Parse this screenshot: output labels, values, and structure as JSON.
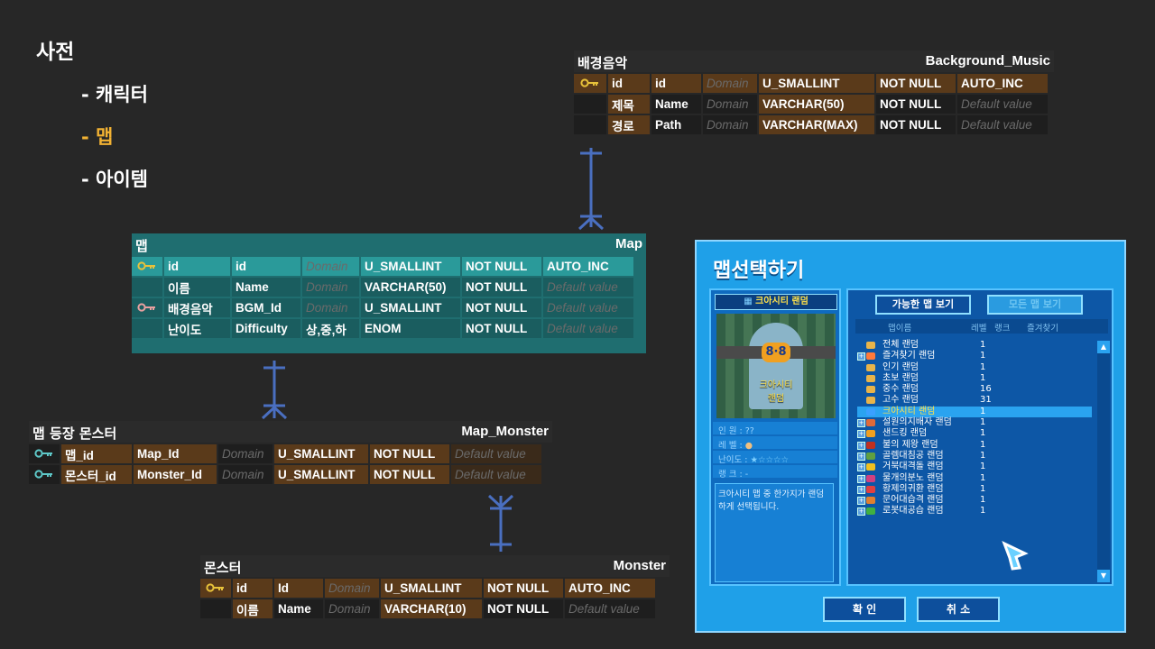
{
  "nav": {
    "title": "사전",
    "items": [
      {
        "label": "- 캐릭터",
        "active": false
      },
      {
        "label": "- 맵",
        "active": true
      },
      {
        "label": "- 아이템",
        "active": false
      }
    ]
  },
  "colors": {
    "active": "#f2b233",
    "teal": "#1f6e70",
    "brown": "#5a3a1a",
    "connector": "#4a6fc0"
  },
  "tables": {
    "bgm": {
      "title_kr": "배경음악",
      "title_en": "Background_Music",
      "rows": [
        {
          "key": "pk",
          "kr": "id",
          "en": "id",
          "domain": "Domain",
          "type": "U_SMALLINT",
          "null": "NOT NULL",
          "default": "AUTO_INC"
        },
        {
          "key": "",
          "kr": "제목",
          "en": "Name",
          "domain": "Domain",
          "type": "VARCHAR(50)",
          "null": "NOT NULL",
          "default": "Default value"
        },
        {
          "key": "",
          "kr": "경로",
          "en": "Path",
          "domain": "Domain",
          "type": "VARCHAR(MAX)",
          "null": "NOT NULL",
          "default": "Default value"
        }
      ]
    },
    "map": {
      "title_kr": "맵",
      "title_en": "Map",
      "rows": [
        {
          "key": "pk",
          "kr": "id",
          "en": "id",
          "domain": "Domain",
          "type": "U_SMALLINT",
          "null": "NOT NULL",
          "default": "AUTO_INC"
        },
        {
          "key": "",
          "kr": "이름",
          "en": "Name",
          "domain": "Domain",
          "type": "VARCHAR(50)",
          "null": "NOT NULL",
          "default": "Default value"
        },
        {
          "key": "fk",
          "kr": "배경음악",
          "en": "BGM_Id",
          "domain": "Domain",
          "type": "U_SMALLINT",
          "null": "NOT NULL",
          "default": "Default value"
        },
        {
          "key": "",
          "kr": "난이도",
          "en": "Difficulty",
          "domain": "상,중,하",
          "type": "ENOM",
          "null": "NOT NULL",
          "default": "Default value"
        }
      ]
    },
    "map_monster": {
      "title_kr": "맵 등장 몬스터",
      "title_en": "Map_Monster",
      "rows": [
        {
          "key": "fk",
          "kr": "맵_id",
          "en": "Map_Id",
          "domain": "Domain",
          "type": "U_SMALLINT",
          "null": "NOT NULL",
          "default": "Default value"
        },
        {
          "key": "fk",
          "kr": "몬스터_id",
          "en": "Monster_Id",
          "domain": "Domain",
          "type": "U_SMALLINT",
          "null": "NOT NULL",
          "default": "Default value"
        }
      ]
    },
    "monster": {
      "title_kr": "몬스터",
      "title_en": "Monster",
      "rows": [
        {
          "key": "pk",
          "kr": "id",
          "en": "Id",
          "domain": "Domain",
          "type": "U_SMALLINT",
          "null": "NOT NULL",
          "default": "AUTO_INC"
        },
        {
          "key": "",
          "kr": "이름",
          "en": "Name",
          "domain": "Domain",
          "type": "VARCHAR(10)",
          "null": "NOT NULL",
          "default": "Default value"
        }
      ]
    }
  },
  "game": {
    "title": "맵선택하기",
    "selected_map": "크아시티 랜덤",
    "preview_label": "크아시티\n랜덤",
    "tab_available": "가능한 맵 보기",
    "tab_all": "모든 맵 보기",
    "col_name": "맵이름",
    "col_level": "레벨",
    "col_rank": "랭크",
    "col_fav": "즐겨찾기",
    "info_people": "인 원 : ??",
    "info_level": "레 벨 :",
    "info_difficulty": "난이도 :",
    "info_rank": "랭 크 : -",
    "description": "크아시티 맵 중 한가지가 랜덤하게 선택됩니다.",
    "confirm": "확 인",
    "cancel": "취 소",
    "maps": [
      {
        "name": "전체 랜덤",
        "level": "1",
        "icon": "#e8b44a"
      },
      {
        "name": "즐겨찾기 랜덤",
        "level": "1",
        "icon": "#ff7a3a"
      },
      {
        "name": "인기 랜덤",
        "level": "1",
        "icon": "#e8b44a"
      },
      {
        "name": "초보 랜덤",
        "level": "1",
        "icon": "#e8b44a"
      },
      {
        "name": "중수 랜덤",
        "level": "16",
        "icon": "#e8b44a"
      },
      {
        "name": "고수 랜덤",
        "level": "31",
        "icon": "#e8b44a"
      },
      {
        "name": "크아시티 랜덤",
        "level": "1",
        "icon": "#3aa0ff",
        "selected": true
      },
      {
        "name": "설원의지배자 랜덤",
        "level": "1",
        "icon": "#e06a3a"
      },
      {
        "name": "샌드킹 랜덤",
        "level": "1",
        "icon": "#f0a020"
      },
      {
        "name": "불의 제왕 랜덤",
        "level": "1",
        "icon": "#c03020"
      },
      {
        "name": "골렘대침공 랜덤",
        "level": "1",
        "icon": "#60a040"
      },
      {
        "name": "거북대격돌 랜덤",
        "level": "1",
        "icon": "#f0c020"
      },
      {
        "name": "물개의분노 랜덤",
        "level": "1",
        "icon": "#d04080"
      },
      {
        "name": "황제의귀환 랜덤",
        "level": "1",
        "icon": "#e04040"
      },
      {
        "name": "문어대습격 랜덤",
        "level": "1",
        "icon": "#e08030"
      },
      {
        "name": "로봇대공습 랜덤",
        "level": "1",
        "icon": "#40b040"
      }
    ]
  }
}
